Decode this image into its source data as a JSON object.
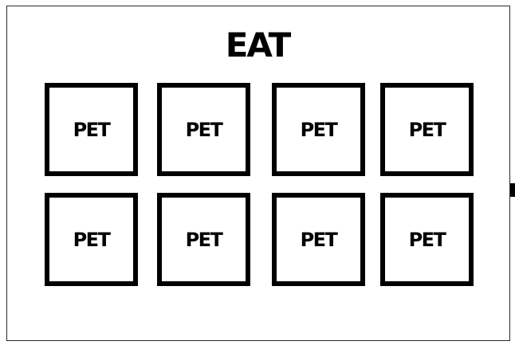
{
  "title": "EAT",
  "cells": [
    {
      "label": "PET"
    },
    {
      "label": "PET"
    },
    {
      "label": "PET"
    },
    {
      "label": "PET"
    },
    {
      "label": "PET"
    },
    {
      "label": "PET"
    },
    {
      "label": "PET"
    },
    {
      "label": "PET"
    }
  ]
}
